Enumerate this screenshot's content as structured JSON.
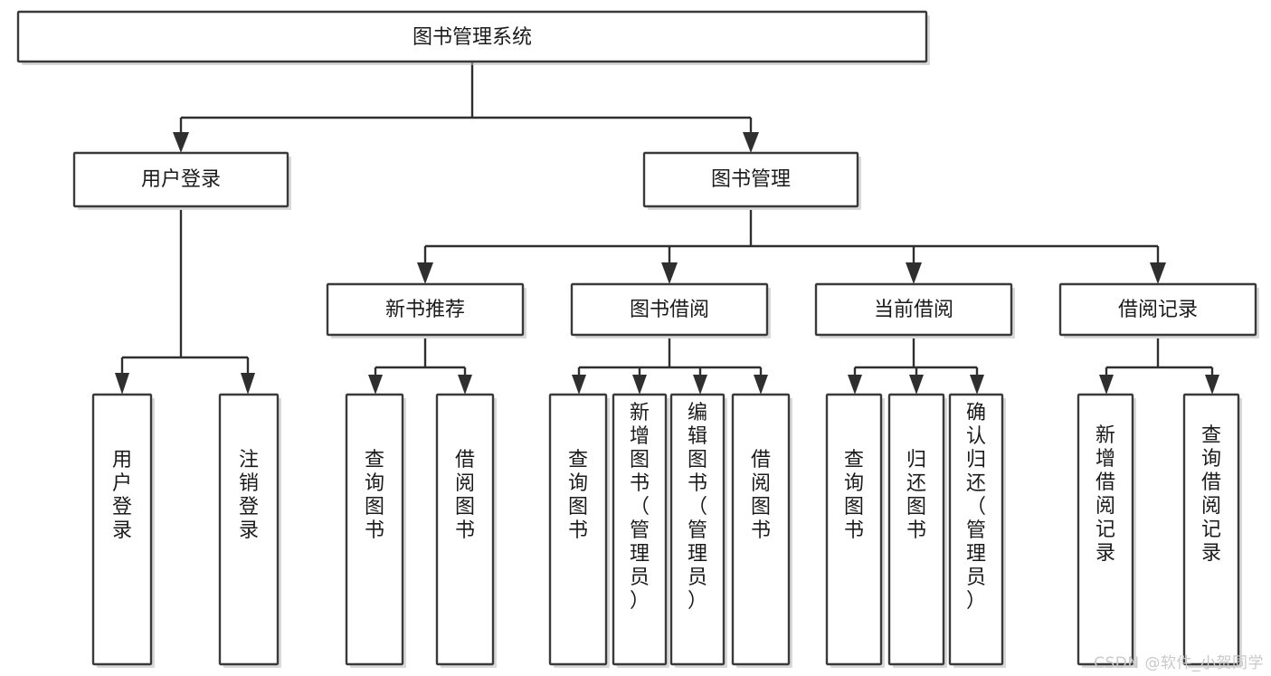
{
  "diagram": {
    "title": "图书管理系统",
    "type": "tree",
    "watermark": "CSDN @软件_小贺同学",
    "colors": {
      "stroke": "#2f2f2f",
      "box_fill": "#ffffff",
      "text": "#1b1b1b",
      "watermark": "#c9c9c9",
      "background": "#ffffff"
    },
    "levels": {
      "root": {
        "label": "图书管理系统"
      },
      "level2": [
        {
          "id": "user-login",
          "label": "用户登录"
        },
        {
          "id": "book-manage",
          "label": "图书管理"
        }
      ],
      "level3": [
        {
          "id": "new-book-recommend",
          "label": "新书推荐",
          "parent": "book-manage"
        },
        {
          "id": "book-borrow",
          "label": "图书借阅",
          "parent": "book-manage"
        },
        {
          "id": "current-borrow",
          "label": "当前借阅",
          "parent": "book-manage"
        },
        {
          "id": "borrow-record",
          "label": "借阅记录",
          "parent": "book-manage"
        }
      ],
      "leaves": [
        {
          "id": "leaf-user-login",
          "label": "用户登录",
          "parent": "user-login"
        },
        {
          "id": "leaf-user-logout",
          "label": "注销登录",
          "parent": "user-login"
        },
        {
          "id": "leaf-query-book-1",
          "label": "查询图书",
          "parent": "new-book-recommend"
        },
        {
          "id": "leaf-borrow-book-1",
          "label": "借阅图书",
          "parent": "new-book-recommend"
        },
        {
          "id": "leaf-query-book-2",
          "label": "查询图书",
          "parent": "book-borrow"
        },
        {
          "id": "leaf-add-book",
          "label": "新增图书（管理员）",
          "parent": "book-borrow"
        },
        {
          "id": "leaf-edit-book",
          "label": "编辑图书（管理员）",
          "parent": "book-borrow"
        },
        {
          "id": "leaf-borrow-book-2",
          "label": "借阅图书",
          "parent": "book-borrow"
        },
        {
          "id": "leaf-query-book-3",
          "label": "查询图书",
          "parent": "current-borrow"
        },
        {
          "id": "leaf-return-book",
          "label": "归还图书",
          "parent": "current-borrow"
        },
        {
          "id": "leaf-confirm-return",
          "label": "确认归还（管理员）",
          "parent": "current-borrow"
        },
        {
          "id": "leaf-add-record",
          "label": "新增借阅记录",
          "parent": "borrow-record"
        },
        {
          "id": "leaf-query-record",
          "label": "查询借阅记录",
          "parent": "borrow-record"
        }
      ]
    }
  }
}
